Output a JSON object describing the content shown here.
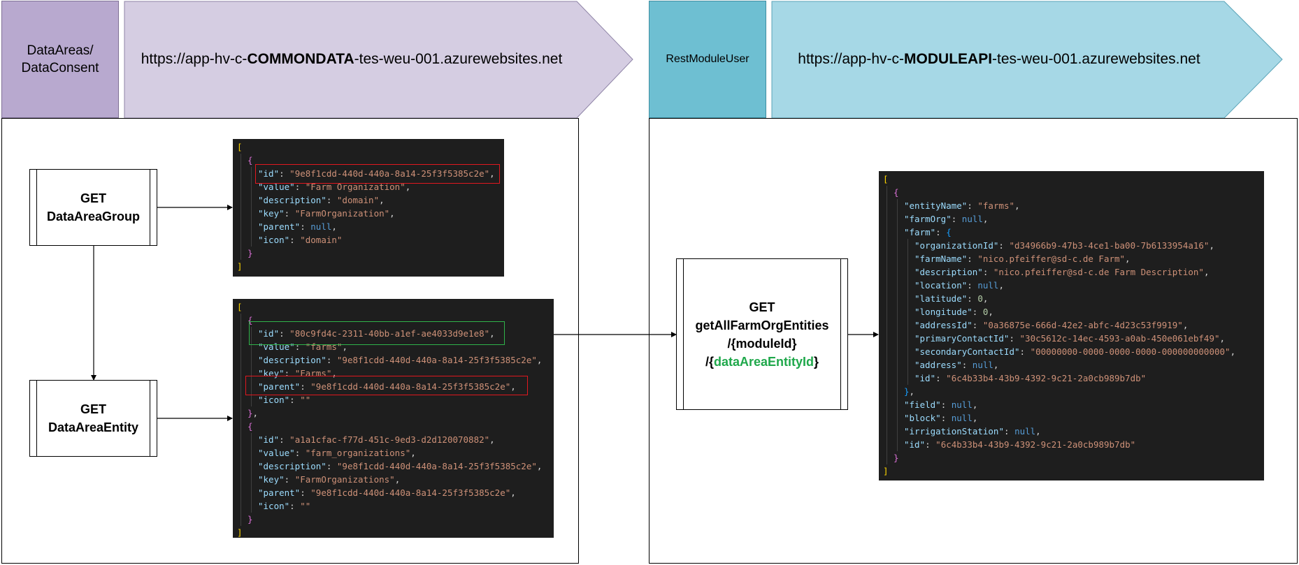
{
  "left_header": {
    "label_line1": "DataAreas/",
    "label_line2": "DataConsent",
    "url_prefix": "https://app-hv-c-",
    "url_bold": "COMMONDATA",
    "url_suffix": "-tes-weu-001.azurewebsites.net",
    "label_color": "#b8a9cf",
    "arrow_color": "#d5cde2"
  },
  "right_header": {
    "label": "RestModuleUser",
    "url_prefix": "https://app-hv-c-",
    "url_bold": "MODULEAPI",
    "url_suffix": "-tes-weu-001.azurewebsites.net",
    "label_color": "#6ebfd2",
    "arrow_color": "#a6d8e6"
  },
  "processes": {
    "group": {
      "method": "GET",
      "name": "DataAreaGroup"
    },
    "entity": {
      "method": "GET",
      "name": "DataAreaEntity"
    },
    "farm_org": {
      "method": "GET",
      "name": "getAllFarmOrgEntities",
      "path1": "/{moduleId}",
      "path2_prefix": "/{",
      "path2_param": "dataAreaEntityId",
      "path2_suffix": "}"
    }
  },
  "code_group": {
    "lines": [
      {
        "indent": 0,
        "parts": [
          {
            "t": "[",
            "c": "b1"
          }
        ]
      },
      {
        "indent": 1,
        "parts": [
          {
            "t": "{",
            "c": "b2"
          }
        ]
      },
      {
        "indent": 2,
        "parts": [
          {
            "t": "\"id\"",
            "c": "k"
          },
          {
            "t": ": ",
            "c": "p"
          },
          {
            "t": "\"9e8f1cdd-440d-440a-8a14-25f3f5385c2e\"",
            "c": "s"
          },
          {
            "t": ",",
            "c": "p"
          }
        ]
      },
      {
        "indent": 2,
        "parts": [
          {
            "t": "\"value\"",
            "c": "k"
          },
          {
            "t": ": ",
            "c": "p"
          },
          {
            "t": "\"Farm Organization\"",
            "c": "s"
          },
          {
            "t": ",",
            "c": "p"
          }
        ]
      },
      {
        "indent": 2,
        "parts": [
          {
            "t": "\"description\"",
            "c": "k"
          },
          {
            "t": ": ",
            "c": "p"
          },
          {
            "t": "\"domain\"",
            "c": "s"
          },
          {
            "t": ",",
            "c": "p"
          }
        ]
      },
      {
        "indent": 2,
        "parts": [
          {
            "t": "\"key\"",
            "c": "k"
          },
          {
            "t": ": ",
            "c": "p"
          },
          {
            "t": "\"FarmOrganization\"",
            "c": "s"
          },
          {
            "t": ",",
            "c": "p"
          }
        ]
      },
      {
        "indent": 2,
        "parts": [
          {
            "t": "\"parent\"",
            "c": "k"
          },
          {
            "t": ": ",
            "c": "p"
          },
          {
            "t": "null",
            "c": "n"
          },
          {
            "t": ",",
            "c": "p"
          }
        ]
      },
      {
        "indent": 2,
        "parts": [
          {
            "t": "\"icon\"",
            "c": "k"
          },
          {
            "t": ": ",
            "c": "p"
          },
          {
            "t": "\"domain\"",
            "c": "s"
          }
        ]
      },
      {
        "indent": 1,
        "parts": [
          {
            "t": "}",
            "c": "b2"
          }
        ]
      },
      {
        "indent": 0,
        "parts": [
          {
            "t": "]",
            "c": "b1"
          }
        ]
      }
    ]
  },
  "code_entity": {
    "lines": [
      {
        "indent": 0,
        "parts": [
          {
            "t": "[",
            "c": "b1"
          }
        ]
      },
      {
        "indent": 1,
        "parts": [
          {
            "t": "{",
            "c": "b2"
          }
        ]
      },
      {
        "indent": 2,
        "parts": [
          {
            "t": "\"id\"",
            "c": "k"
          },
          {
            "t": ": ",
            "c": "p"
          },
          {
            "t": "\"80c9fd4c-2311-40bb-a1ef-ae4033d9e1e8\"",
            "c": "s"
          },
          {
            "t": ",",
            "c": "p"
          }
        ]
      },
      {
        "indent": 2,
        "parts": [
          {
            "t": "\"value\"",
            "c": "k"
          },
          {
            "t": ": ",
            "c": "p"
          },
          {
            "t": "\"farms\"",
            "c": "s"
          },
          {
            "t": ",",
            "c": "p"
          }
        ]
      },
      {
        "indent": 2,
        "parts": [
          {
            "t": "\"description\"",
            "c": "k"
          },
          {
            "t": ": ",
            "c": "p"
          },
          {
            "t": "\"9e8f1cdd-440d-440a-8a14-25f3f5385c2e\"",
            "c": "s"
          },
          {
            "t": ",",
            "c": "p"
          }
        ]
      },
      {
        "indent": 2,
        "parts": [
          {
            "t": "\"key\"",
            "c": "k"
          },
          {
            "t": ": ",
            "c": "p"
          },
          {
            "t": "\"Farms\"",
            "c": "s"
          },
          {
            "t": ",",
            "c": "p"
          }
        ]
      },
      {
        "indent": 2,
        "parts": [
          {
            "t": "\"parent\"",
            "c": "k"
          },
          {
            "t": ": ",
            "c": "p"
          },
          {
            "t": "\"9e8f1cdd-440d-440a-8a14-25f3f5385c2e\"",
            "c": "s"
          },
          {
            "t": ",",
            "c": "p"
          }
        ]
      },
      {
        "indent": 2,
        "parts": [
          {
            "t": "\"icon\"",
            "c": "k"
          },
          {
            "t": ": ",
            "c": "p"
          },
          {
            "t": "\"\"",
            "c": "s"
          }
        ]
      },
      {
        "indent": 1,
        "parts": [
          {
            "t": "}",
            "c": "b2"
          },
          {
            "t": ",",
            "c": "p"
          }
        ]
      },
      {
        "indent": 1,
        "parts": [
          {
            "t": "{",
            "c": "b2"
          }
        ]
      },
      {
        "indent": 2,
        "parts": [
          {
            "t": "\"id\"",
            "c": "k"
          },
          {
            "t": ": ",
            "c": "p"
          },
          {
            "t": "\"a1a1cfac-f77d-451c-9ed3-d2d120070882\"",
            "c": "s"
          },
          {
            "t": ",",
            "c": "p"
          }
        ]
      },
      {
        "indent": 2,
        "parts": [
          {
            "t": "\"value\"",
            "c": "k"
          },
          {
            "t": ": ",
            "c": "p"
          },
          {
            "t": "\"farm_organizations\"",
            "c": "s"
          },
          {
            "t": ",",
            "c": "p"
          }
        ]
      },
      {
        "indent": 2,
        "parts": [
          {
            "t": "\"description\"",
            "c": "k"
          },
          {
            "t": ": ",
            "c": "p"
          },
          {
            "t": "\"9e8f1cdd-440d-440a-8a14-25f3f5385c2e\"",
            "c": "s"
          },
          {
            "t": ",",
            "c": "p"
          }
        ]
      },
      {
        "indent": 2,
        "parts": [
          {
            "t": "\"key\"",
            "c": "k"
          },
          {
            "t": ": ",
            "c": "p"
          },
          {
            "t": "\"FarmOrganizations\"",
            "c": "s"
          },
          {
            "t": ",",
            "c": "p"
          }
        ]
      },
      {
        "indent": 2,
        "parts": [
          {
            "t": "\"parent\"",
            "c": "k"
          },
          {
            "t": ": ",
            "c": "p"
          },
          {
            "t": "\"9e8f1cdd-440d-440a-8a14-25f3f5385c2e\"",
            "c": "s"
          },
          {
            "t": ",",
            "c": "p"
          }
        ]
      },
      {
        "indent": 2,
        "parts": [
          {
            "t": "\"icon\"",
            "c": "k"
          },
          {
            "t": ": ",
            "c": "p"
          },
          {
            "t": "\"\"",
            "c": "s"
          }
        ]
      },
      {
        "indent": 1,
        "parts": [
          {
            "t": "}",
            "c": "b2"
          }
        ]
      },
      {
        "indent": 0,
        "parts": [
          {
            "t": "]",
            "c": "b1"
          }
        ]
      }
    ]
  },
  "code_farm": {
    "lines": [
      {
        "indent": 0,
        "parts": [
          {
            "t": "[",
            "c": "b1"
          }
        ]
      },
      {
        "indent": 1,
        "parts": [
          {
            "t": "{",
            "c": "b2"
          }
        ]
      },
      {
        "indent": 2,
        "parts": [
          {
            "t": "\"entityName\"",
            "c": "k"
          },
          {
            "t": ": ",
            "c": "p"
          },
          {
            "t": "\"farms\"",
            "c": "s"
          },
          {
            "t": ",",
            "c": "p"
          }
        ]
      },
      {
        "indent": 2,
        "parts": [
          {
            "t": "\"farmOrg\"",
            "c": "k"
          },
          {
            "t": ": ",
            "c": "p"
          },
          {
            "t": "null",
            "c": "n"
          },
          {
            "t": ",",
            "c": "p"
          }
        ]
      },
      {
        "indent": 2,
        "parts": [
          {
            "t": "\"farm\"",
            "c": "k"
          },
          {
            "t": ": ",
            "c": "p"
          },
          {
            "t": "{",
            "c": "b3"
          }
        ]
      },
      {
        "indent": 3,
        "parts": [
          {
            "t": "\"organizationId\"",
            "c": "k"
          },
          {
            "t": ": ",
            "c": "p"
          },
          {
            "t": "\"d34966b9-47b3-4ce1-ba00-7b6133954a16\"",
            "c": "s"
          },
          {
            "t": ",",
            "c": "p"
          }
        ]
      },
      {
        "indent": 3,
        "parts": [
          {
            "t": "\"farmName\"",
            "c": "k"
          },
          {
            "t": ": ",
            "c": "p"
          },
          {
            "t": "\"nico.pfeiffer@sd-c.de Farm\"",
            "c": "s"
          },
          {
            "t": ",",
            "c": "p"
          }
        ]
      },
      {
        "indent": 3,
        "parts": [
          {
            "t": "\"description\"",
            "c": "k"
          },
          {
            "t": ": ",
            "c": "p"
          },
          {
            "t": "\"nico.pfeiffer@sd-c.de Farm Description\"",
            "c": "s"
          },
          {
            "t": ",",
            "c": "p"
          }
        ]
      },
      {
        "indent": 3,
        "parts": [
          {
            "t": "\"location\"",
            "c": "k"
          },
          {
            "t": ": ",
            "c": "p"
          },
          {
            "t": "null",
            "c": "n"
          },
          {
            "t": ",",
            "c": "p"
          }
        ]
      },
      {
        "indent": 3,
        "parts": [
          {
            "t": "\"latitude\"",
            "c": "k"
          },
          {
            "t": ": ",
            "c": "p"
          },
          {
            "t": "0",
            "c": "num"
          },
          {
            "t": ",",
            "c": "p"
          }
        ]
      },
      {
        "indent": 3,
        "parts": [
          {
            "t": "\"longitude\"",
            "c": "k"
          },
          {
            "t": ": ",
            "c": "p"
          },
          {
            "t": "0",
            "c": "num"
          },
          {
            "t": ",",
            "c": "p"
          }
        ]
      },
      {
        "indent": 3,
        "parts": [
          {
            "t": "\"addressId\"",
            "c": "k"
          },
          {
            "t": ": ",
            "c": "p"
          },
          {
            "t": "\"0a36875e-666d-42e2-abfc-4d23c53f9919\"",
            "c": "s"
          },
          {
            "t": ",",
            "c": "p"
          }
        ]
      },
      {
        "indent": 3,
        "parts": [
          {
            "t": "\"primaryContactId\"",
            "c": "k"
          },
          {
            "t": ": ",
            "c": "p"
          },
          {
            "t": "\"30c5612c-14ec-4593-a0ab-450e061ebf49\"",
            "c": "s"
          },
          {
            "t": ",",
            "c": "p"
          }
        ]
      },
      {
        "indent": 3,
        "parts": [
          {
            "t": "\"secondaryContactId\"",
            "c": "k"
          },
          {
            "t": ": ",
            "c": "p"
          },
          {
            "t": "\"00000000-0000-0000-0000-000000000000\"",
            "c": "s"
          },
          {
            "t": ",",
            "c": "p"
          }
        ]
      },
      {
        "indent": 3,
        "parts": [
          {
            "t": "\"address\"",
            "c": "k"
          },
          {
            "t": ": ",
            "c": "p"
          },
          {
            "t": "null",
            "c": "n"
          },
          {
            "t": ",",
            "c": "p"
          }
        ]
      },
      {
        "indent": 3,
        "parts": [
          {
            "t": "\"id\"",
            "c": "k"
          },
          {
            "t": ": ",
            "c": "p"
          },
          {
            "t": "\"6c4b33b4-43b9-4392-9c21-2a0cb989b7db\"",
            "c": "s"
          }
        ]
      },
      {
        "indent": 2,
        "parts": [
          {
            "t": "}",
            "c": "b3"
          },
          {
            "t": ",",
            "c": "p"
          }
        ]
      },
      {
        "indent": 2,
        "parts": [
          {
            "t": "\"field\"",
            "c": "k"
          },
          {
            "t": ": ",
            "c": "p"
          },
          {
            "t": "null",
            "c": "n"
          },
          {
            "t": ",",
            "c": "p"
          }
        ]
      },
      {
        "indent": 2,
        "parts": [
          {
            "t": "\"block\"",
            "c": "k"
          },
          {
            "t": ": ",
            "c": "p"
          },
          {
            "t": "null",
            "c": "n"
          },
          {
            "t": ",",
            "c": "p"
          }
        ]
      },
      {
        "indent": 2,
        "parts": [
          {
            "t": "\"irrigationStation\"",
            "c": "k"
          },
          {
            "t": ": ",
            "c": "p"
          },
          {
            "t": "null",
            "c": "n"
          },
          {
            "t": ",",
            "c": "p"
          }
        ]
      },
      {
        "indent": 2,
        "parts": [
          {
            "t": "\"id\"",
            "c": "k"
          },
          {
            "t": ": ",
            "c": "p"
          },
          {
            "t": "\"6c4b33b4-43b9-4392-9c21-2a0cb989b7db\"",
            "c": "s"
          }
        ]
      },
      {
        "indent": 1,
        "parts": [
          {
            "t": "}",
            "c": "b2"
          }
        ]
      },
      {
        "indent": 0,
        "parts": [
          {
            "t": "]",
            "c": "b1"
          }
        ]
      }
    ]
  }
}
